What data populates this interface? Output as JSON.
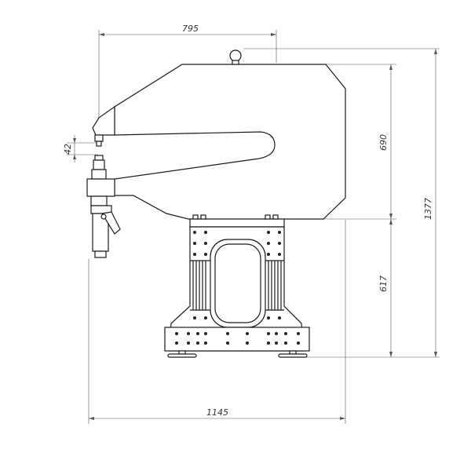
{
  "drawing": {
    "type": "technical-drawing",
    "subject": "throat press machine side view",
    "line_color": "#1a1a1a",
    "background": "#ffffff"
  },
  "dimensions": {
    "top_width": "795",
    "bottom_width": "1145",
    "upper_height": "690",
    "lower_height": "617",
    "total_height": "1377",
    "stroke": "42"
  }
}
